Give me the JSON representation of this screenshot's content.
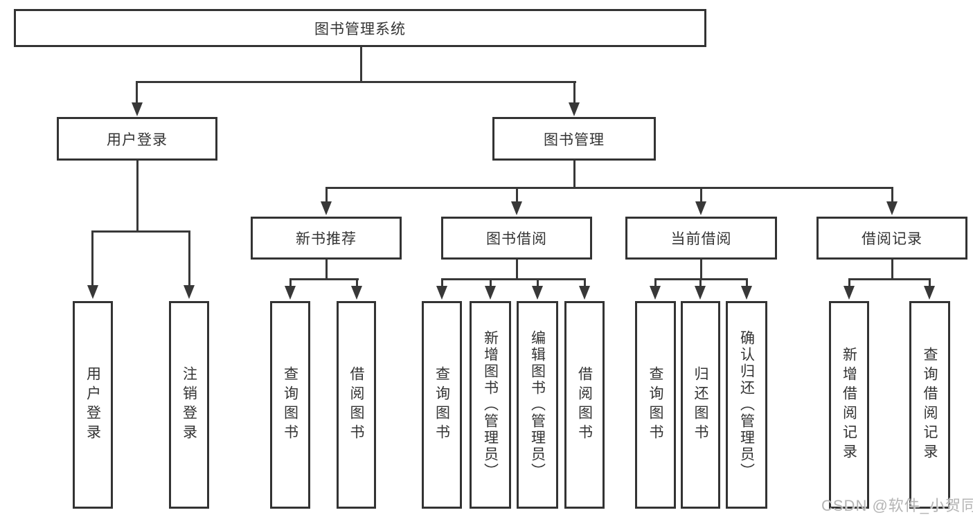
{
  "tree": {
    "root": {
      "label": "图书管理系统",
      "children": [
        {
          "label": "用户登录",
          "children": [
            {
              "label": "用户登录"
            },
            {
              "label": "注销登录"
            }
          ]
        },
        {
          "label": "图书管理",
          "children": [
            {
              "label": "新书推荐",
              "children": [
                {
                  "label": "查询图书"
                },
                {
                  "label": "借阅图书"
                }
              ]
            },
            {
              "label": "图书借阅",
              "children": [
                {
                  "label": "查询图书"
                },
                {
                  "label": "新增图书（管理员）"
                },
                {
                  "label": "编辑图书（管理员）"
                },
                {
                  "label": "借阅图书"
                }
              ]
            },
            {
              "label": "当前借阅",
              "children": [
                {
                  "label": "查询图书"
                },
                {
                  "label": "归还图书"
                },
                {
                  "label": "确认归还（管理员）"
                }
              ]
            },
            {
              "label": "借阅记录",
              "children": [
                {
                  "label": "新增借阅记录"
                },
                {
                  "label": "查询借阅记录"
                }
              ]
            }
          ]
        }
      ]
    }
  },
  "watermark": {
    "text": "CSDN @软件_小贺同学"
  },
  "colors": {
    "line": "#383838",
    "border": "#333333",
    "text": "#333333",
    "watermark": "#b4b4b4",
    "background": "#ffffff"
  }
}
